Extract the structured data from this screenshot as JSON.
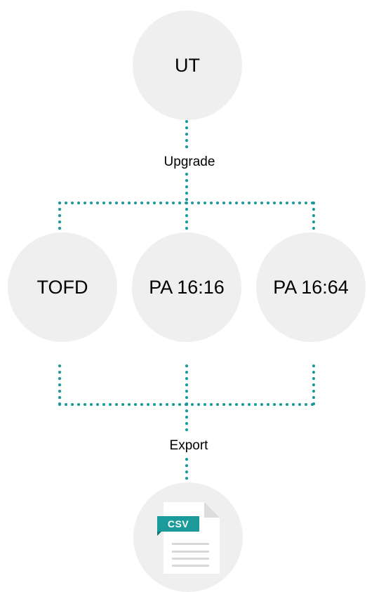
{
  "diagram": {
    "root_node": "UT",
    "upgrade_label": "Upgrade",
    "nodes": [
      "TOFD",
      "PA 16:16",
      "PA 16:64"
    ],
    "export_label": "Export",
    "file_badge": "CSV"
  },
  "colors": {
    "connector": "#1a9a9a",
    "node_fill": "#efefef",
    "badge": "#1a9a9a",
    "file_body": "#ffffff",
    "file_fold": "#dcdcdc",
    "file_lines": "#d9d9d9"
  },
  "icons": [
    "document-icon"
  ]
}
